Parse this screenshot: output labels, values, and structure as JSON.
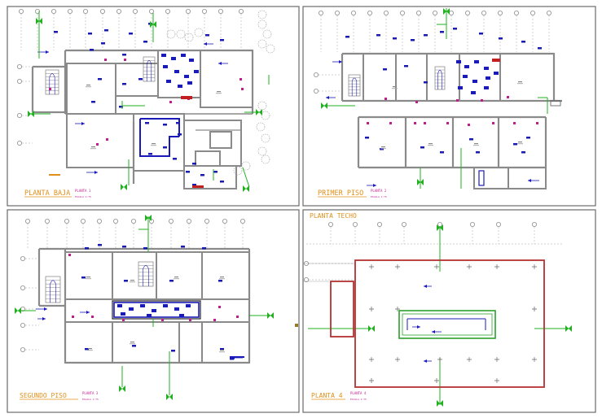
{
  "sheet": {
    "background": "#ffffff",
    "frame_color": "#6a6a6a",
    "wall_color": "#8a8a8a",
    "grid_color": "#8c8c8c",
    "title_color": "#e0901a",
    "subtitle_color": "#c11c8c",
    "annotation_color": "#1a1ab8",
    "accent_green": "#22b022",
    "roof_red": "#b43232",
    "roof_green": "#2aa02a"
  },
  "panels": [
    {
      "id": "planta-baja",
      "title": "PLANTA  BAJA",
      "badge": "PLANTA 1",
      "scale": "ESCALA  1:75"
    },
    {
      "id": "primer-piso",
      "title": "PRIMER  PISO",
      "badge": "PLANTA 2",
      "scale": "ESCALA  1:75"
    },
    {
      "id": "segundo-piso",
      "title": "SEGUNDO  PISO",
      "badge": "PLANTA 3",
      "scale": "ESCALA  1:75"
    },
    {
      "id": "planta-4",
      "title": "PLANTA  4",
      "badge": "PLANTA 4",
      "scale": "ESCALA  1:75"
    }
  ],
  "roof_title": "PLANTA  TECHO",
  "icons": [
    "north-arrow-icon",
    "column-grid-marker-icon",
    "tree-symbol-icon",
    "staircase-icon"
  ]
}
